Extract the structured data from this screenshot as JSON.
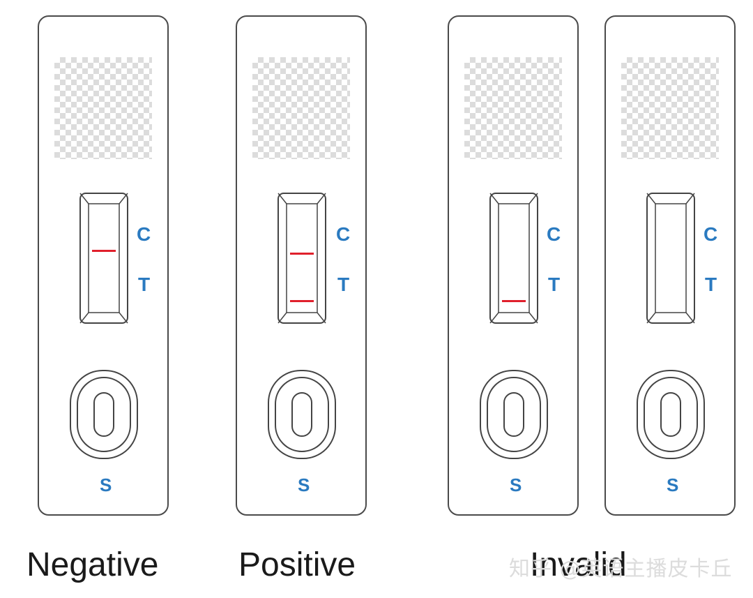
{
  "labels": {
    "control": "C",
    "test": "T",
    "sample": "S"
  },
  "captions": {
    "negative": "Negative",
    "positive": "Positive",
    "invalid": "Invalid"
  },
  "watermark": "知乎 @英语主播皮卡丘",
  "colors": {
    "result_line": "#e0202c",
    "label_blue": "#2a7ac0"
  },
  "cassettes": [
    {
      "id": "negative",
      "control_line": true,
      "test_line": false
    },
    {
      "id": "positive",
      "control_line": true,
      "test_line": true
    },
    {
      "id": "invalid-1",
      "control_line": false,
      "test_line": true
    },
    {
      "id": "invalid-2",
      "control_line": false,
      "test_line": false
    }
  ]
}
